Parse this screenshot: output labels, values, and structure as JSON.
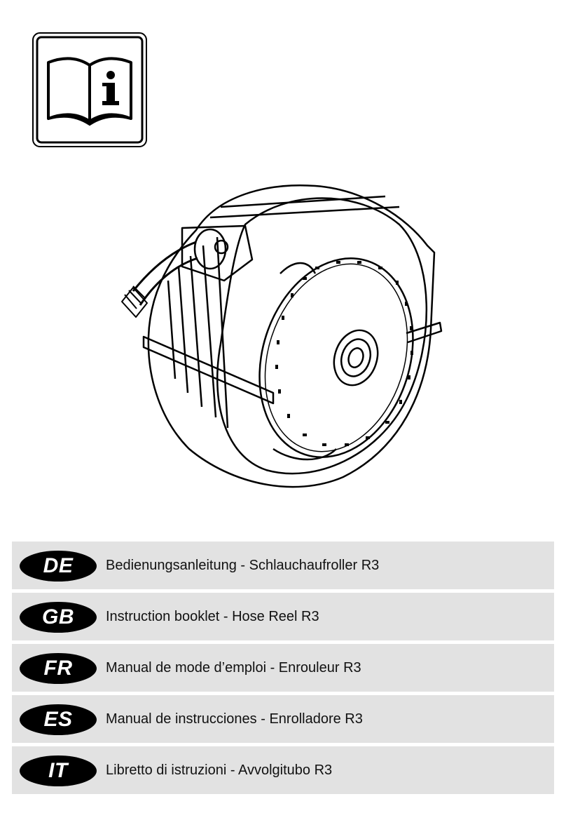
{
  "icons": {
    "manual_info": "read-manual-info-icon"
  },
  "illustration": {
    "subject": "hose-reel"
  },
  "languages": [
    {
      "code": "DE",
      "title": "Bedienungsanleitung - Schlauchaufroller R3"
    },
    {
      "code": "GB",
      "title": "Instruction booklet - Hose Reel R3"
    },
    {
      "code": "FR",
      "title": "Manual de mode d’emploi - Enrouleur R3"
    },
    {
      "code": "ES",
      "title": "Manual de instrucciones - Enrolladore R3"
    },
    {
      "code": "IT",
      "title": "Libretto di istruzioni - Avvolgitubo R3"
    }
  ],
  "colors": {
    "row_background": "#e2e2e2",
    "badge_background": "#000000",
    "badge_text": "#ffffff"
  }
}
